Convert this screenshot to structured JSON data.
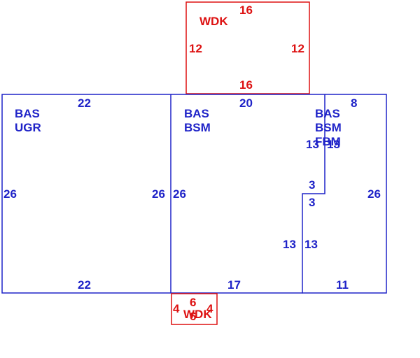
{
  "colors": {
    "blue": "#1f23c8",
    "red": "#dd1111"
  },
  "areas": {
    "ugr": {
      "line1": "BAS",
      "line2": "UGR",
      "dim_top": "22",
      "dim_left": "26",
      "dim_right": "26",
      "dim_bottom": "22"
    },
    "bsm": {
      "line1": "BAS",
      "line2": "BSM",
      "dim_top": "20",
      "dim_left": "26",
      "dim_bottom": "17",
      "dim_notch_inner": "13"
    },
    "fbm": {
      "line1": "BAS",
      "line2": "BSM",
      "line3": "FBM",
      "dim_top": "8",
      "dim_right": "26",
      "dim_bottom": "11",
      "dim_notch_upper_left": "13",
      "dim_notch_upper_right": "13",
      "dim_step_top": "3",
      "dim_step_bottom": "3",
      "dim_notch_lower": "13"
    },
    "wdk_top": {
      "label": "WDK",
      "dim_top": "16",
      "dim_left": "12",
      "dim_right": "12",
      "dim_bottom": "16"
    },
    "wdk_bottom": {
      "label": "WDK",
      "dim_top": "6",
      "dim_left": "4",
      "dim_right": "4",
      "dim_bottom": "6"
    }
  }
}
